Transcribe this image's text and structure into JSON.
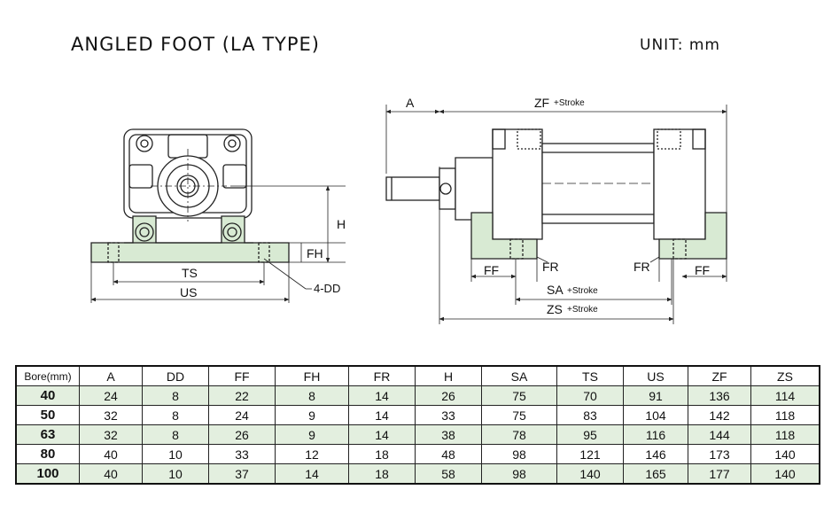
{
  "header": {
    "title": "ANGLED FOOT (LA TYPE)",
    "unit": "UNIT: mm"
  },
  "drawing_labels": {
    "front_view": {
      "h": "H",
      "fh": "FH",
      "ts": "TS",
      "us": "US",
      "dd": "4-DD"
    },
    "side_view": {
      "a": "A",
      "zf": "ZF",
      "zf_suffix": "+Stroke",
      "ff_left": "FF",
      "fr_left": "FR",
      "fr_right": "FR",
      "ff_right": "FF",
      "sa": "SA",
      "sa_suffix": "+Stroke",
      "zs": "ZS",
      "zs_suffix": "+Stroke"
    }
  },
  "table": {
    "columns": [
      "Bore(mm)",
      "A",
      "DD",
      "FF",
      "FH",
      "FR",
      "H",
      "SA",
      "TS",
      "US",
      "ZF",
      "ZS"
    ],
    "rows": [
      [
        "40",
        "24",
        "8",
        "22",
        "8",
        "14",
        "26",
        "75",
        "70",
        "91",
        "136",
        "114"
      ],
      [
        "50",
        "32",
        "8",
        "24",
        "9",
        "14",
        "33",
        "75",
        "83",
        "104",
        "142",
        "118"
      ],
      [
        "63",
        "32",
        "8",
        "26",
        "9",
        "14",
        "38",
        "78",
        "95",
        "116",
        "144",
        "118"
      ],
      [
        "80",
        "40",
        "10",
        "33",
        "12",
        "18",
        "48",
        "98",
        "121",
        "146",
        "173",
        "140"
      ],
      [
        "100",
        "40",
        "10",
        "37",
        "14",
        "18",
        "58",
        "98",
        "140",
        "165",
        "177",
        "140"
      ]
    ]
  },
  "colors": {
    "foot_fill": "#d8ead3",
    "row_shade": "#e3efdf",
    "line": "#222222"
  }
}
